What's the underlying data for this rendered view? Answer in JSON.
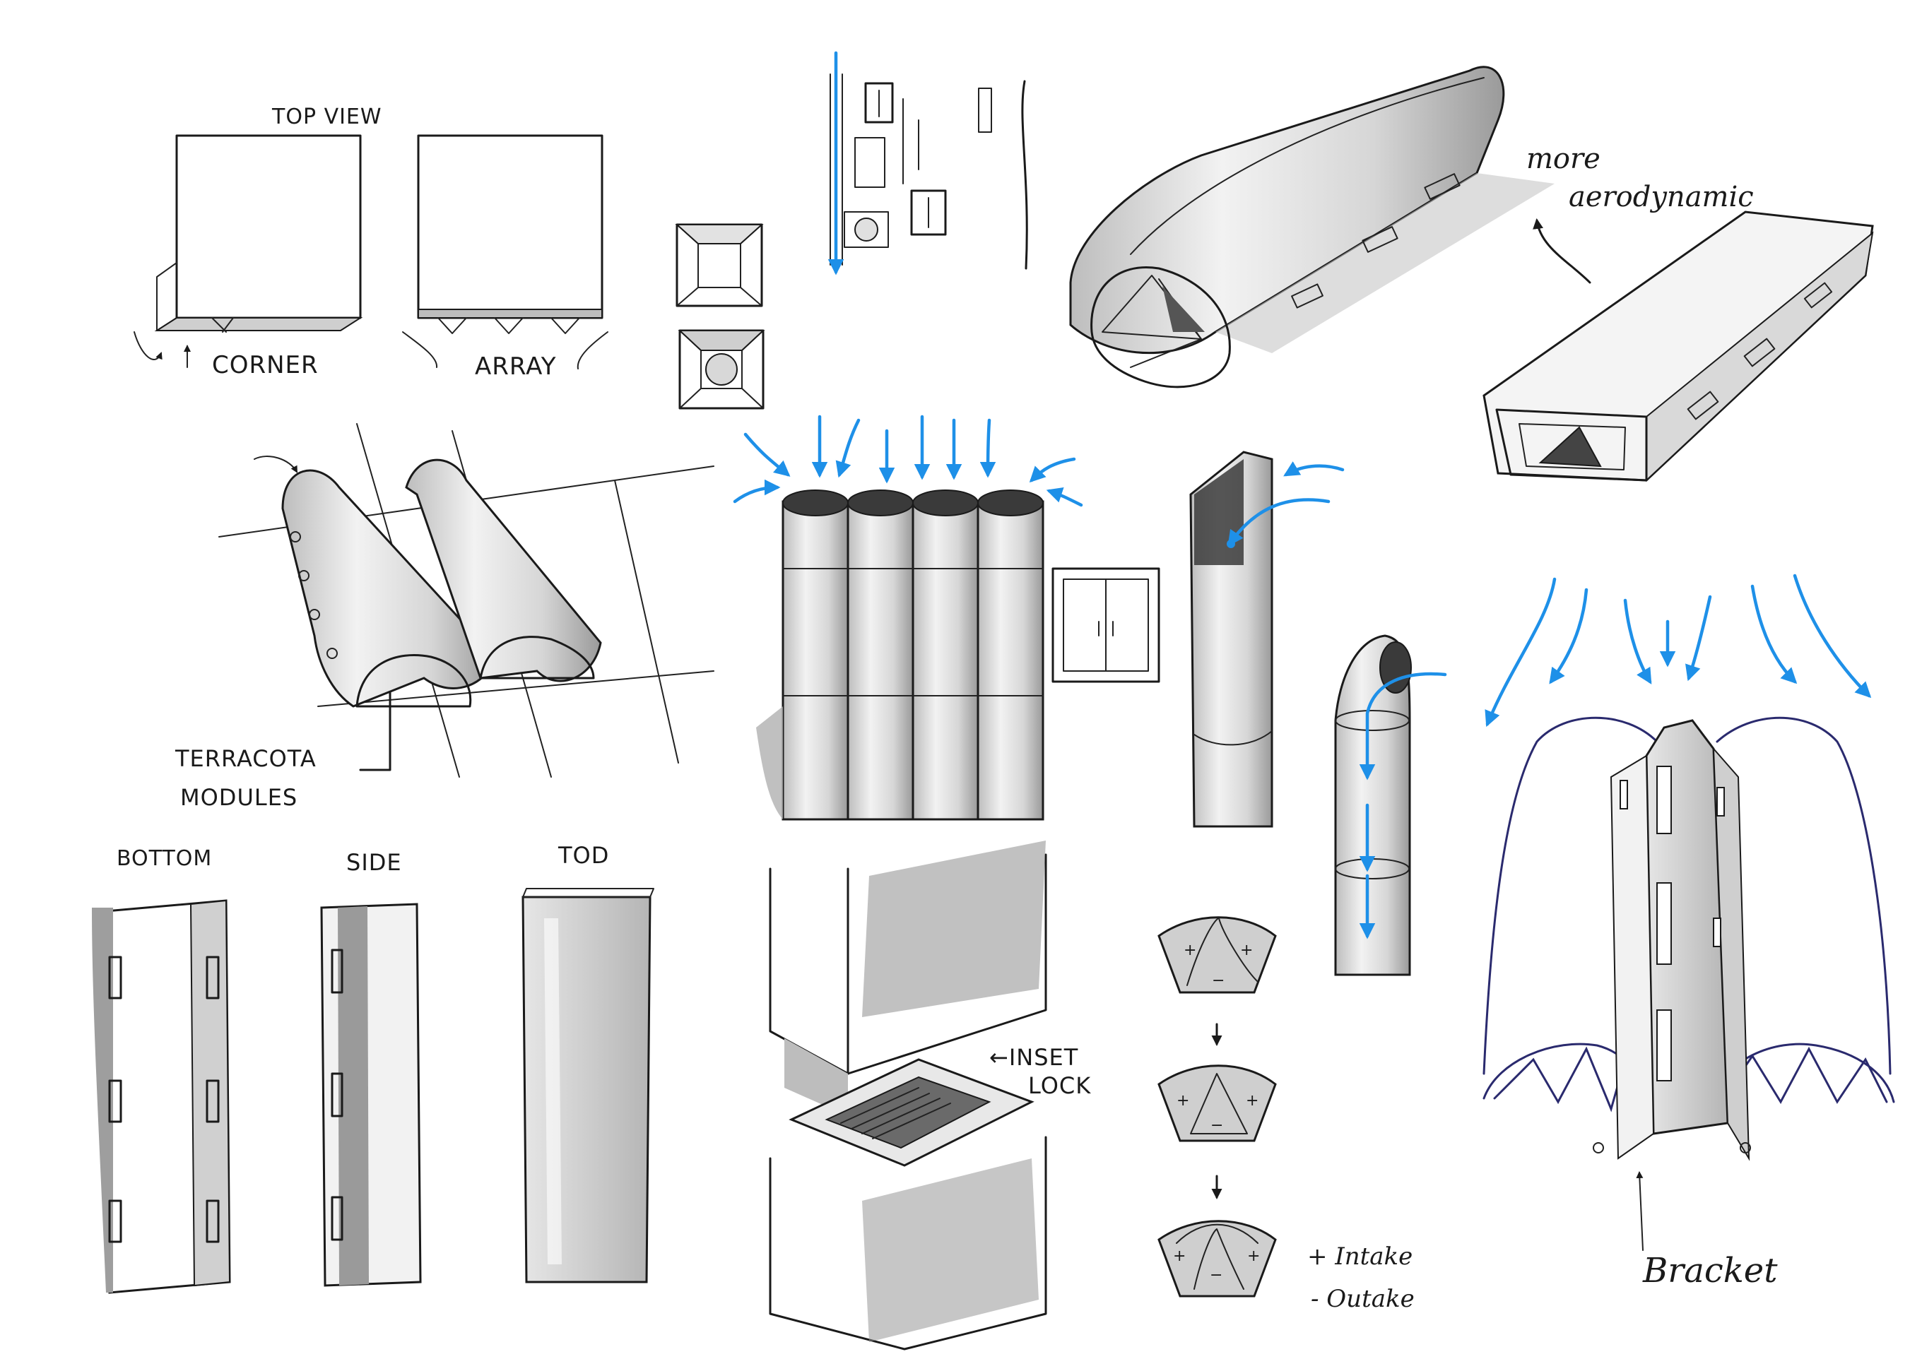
{
  "labels": {
    "top_view": "TOP VIEW",
    "corner": "CORNER",
    "array": "ARRAY",
    "terracota_line1": "TERRACOTA",
    "terracota_line2": "MODULES",
    "bottom": "BOTTOM",
    "side": "SIDE",
    "top": "TOD",
    "inset_lock_line1": "←INSET",
    "inset_lock_line2": "LOCK",
    "aero_line1": "more",
    "aero_line2": "aerodynamic",
    "intake": "+ Intake",
    "outake": "- Outake",
    "bracket": "Bracket",
    "plus": "+",
    "minus": "−"
  },
  "colors": {
    "ink": "#1a1a1a",
    "flow_arrow": "#1e90e8",
    "shade_light": "#d9d9d9",
    "shade_mid": "#b8b8b8",
    "shade_dark": "#8a8a8a",
    "bracket_outline": "#2a2a6e"
  }
}
